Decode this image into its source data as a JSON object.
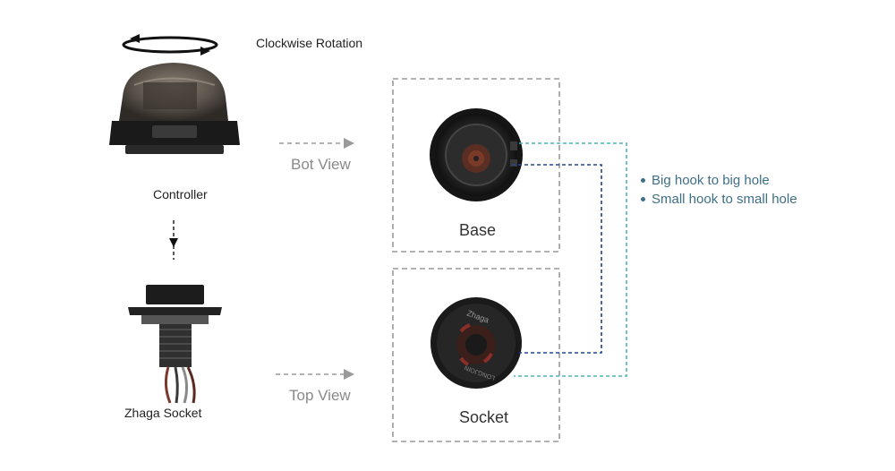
{
  "labels": {
    "rotation": "Clockwise Rotation",
    "controller": "Controller",
    "zhaga_socket": "Zhaga Socket",
    "bot_view": "Bot View",
    "top_view": "Top View",
    "base": "Base",
    "socket": "Socket"
  },
  "notes": [
    "Big hook to big hole",
    "Small hook to small hole"
  ],
  "socket_face_text": {
    "brand": "Zhaga",
    "rim": "LONGJOIN"
  },
  "colors": {
    "big_hook_line": "#4fb3b8",
    "small_hook_line": "#27468f",
    "note_text": "#3f6f86",
    "dashed_box": "#999999",
    "arrow": "#9a9a9a"
  }
}
